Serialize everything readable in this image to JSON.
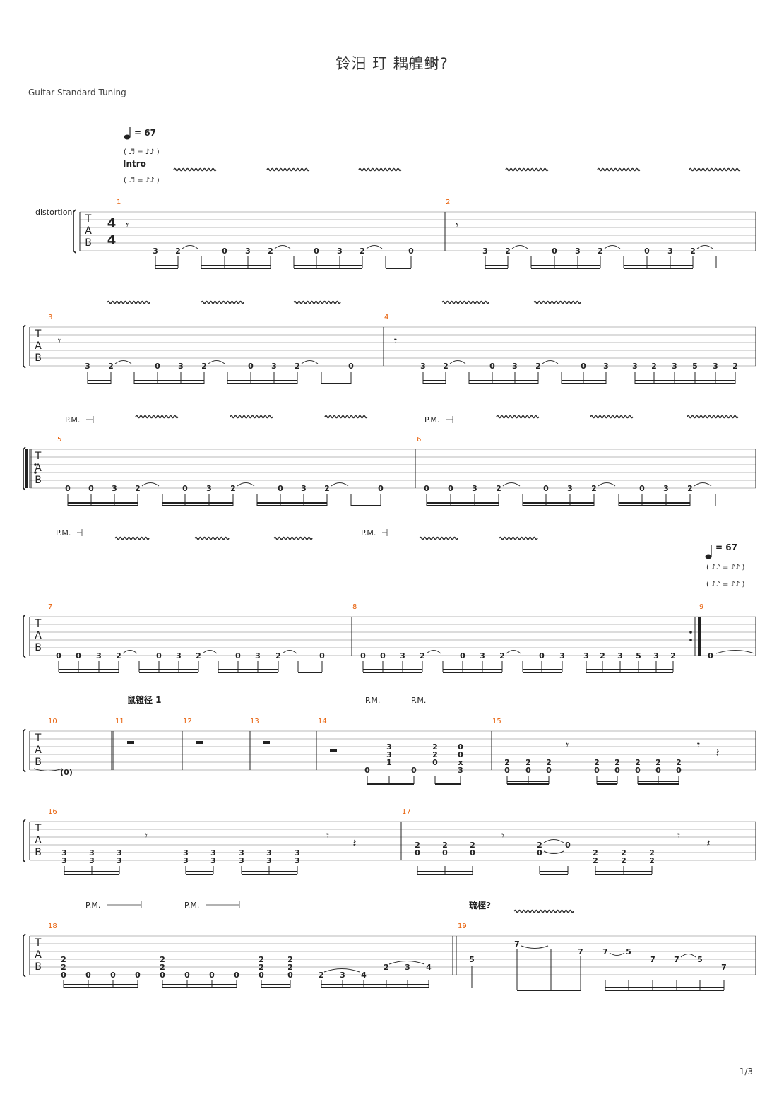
{
  "title": "铃汨 玎 耦艎鲥?",
  "tuning": "Guitar Standard Tuning",
  "page_number": "1/3",
  "tempo": {
    "value": "67",
    "label": "Intro"
  },
  "track_name": "distortion",
  "time_signature": {
    "top": "4",
    "bottom": "4"
  },
  "tab_letters": [
    "T",
    "A",
    "B"
  ],
  "section_labels": {
    "m10": "鼠镫径 1",
    "m19": "琉桎?"
  },
  "pm_text": "P.M.",
  "colors": {
    "measure_number": "#e8600a",
    "staff_line": "#a0a0a0",
    "note": "#222222"
  },
  "measures": [
    {
      "num": "1"
    },
    {
      "num": "2"
    },
    {
      "num": "3"
    },
    {
      "num": "4"
    },
    {
      "num": "5"
    },
    {
      "num": "6"
    },
    {
      "num": "7"
    },
    {
      "num": "8"
    },
    {
      "num": "9"
    },
    {
      "num": "10"
    },
    {
      "num": "11"
    },
    {
      "num": "12"
    },
    {
      "num": "13"
    },
    {
      "num": "14"
    },
    {
      "num": "15"
    },
    {
      "num": "16"
    },
    {
      "num": "17"
    },
    {
      "num": "18"
    },
    {
      "num": "19"
    }
  ],
  "rows": [
    {
      "notes": [
        {
          "m": "1",
          "notes": [
            "3",
            "2",
            "0",
            "3",
            "2",
            "0",
            "3",
            "2",
            "0"
          ]
        },
        {
          "m": "2",
          "notes": [
            "3",
            "2",
            "0",
            "3",
            "2",
            "0",
            "3",
            "2"
          ]
        }
      ]
    },
    {
      "notes": [
        {
          "m": "3",
          "notes": [
            "3",
            "2",
            "0",
            "3",
            "2",
            "0",
            "3",
            "2",
            "0"
          ]
        },
        {
          "m": "4",
          "notes": [
            "3",
            "2",
            "0",
            "3",
            "2",
            "0",
            "3",
            "3",
            "2",
            "3",
            "5",
            "3",
            "2"
          ]
        }
      ]
    },
    {
      "notes": [
        {
          "m": "5",
          "notes": [
            "0",
            "0",
            "3",
            "2",
            "0",
            "3",
            "2",
            "0",
            "3",
            "2",
            "0"
          ]
        },
        {
          "m": "6",
          "notes": [
            "0",
            "0",
            "3",
            "2",
            "0",
            "3",
            "2",
            "0",
            "3",
            "2"
          ]
        }
      ]
    },
    {
      "notes": [
        {
          "m": "7",
          "notes": [
            "0",
            "0",
            "3",
            "2",
            "0",
            "3",
            "2",
            "0",
            "3",
            "2",
            "0"
          ]
        },
        {
          "m": "8",
          "notes": [
            "0",
            "0",
            "3",
            "2",
            "0",
            "3",
            "2",
            "0",
            "3",
            "3",
            "2",
            "3",
            "5",
            "3",
            "2"
          ]
        },
        {
          "m": "9",
          "notes": [
            "0"
          ]
        }
      ]
    },
    {
      "notes": [
        {
          "m": "10",
          "notes": [
            "(0)"
          ]
        },
        {
          "m": "14",
          "notes": [
            "0",
            "3",
            "3",
            "1",
            "0",
            "2",
            "2",
            "0",
            "0",
            "0",
            "x",
            "3"
          ]
        },
        {
          "m": "15",
          "notes": [
            "2",
            "0",
            "2",
            "0",
            "2",
            "0",
            "2",
            "0",
            "2",
            "0",
            "2",
            "0",
            "2",
            "0",
            "2",
            "0"
          ]
        }
      ]
    },
    {
      "notes": [
        {
          "m": "16",
          "notes": [
            "3",
            "3",
            "3",
            "3",
            "3",
            "3",
            "3",
            "3",
            "3",
            "3",
            "3",
            "3",
            "3",
            "3",
            "3",
            "3"
          ]
        },
        {
          "m": "17",
          "notes": [
            "2",
            "0",
            "2",
            "0",
            "2",
            "0",
            "2",
            "0",
            "0",
            "2",
            "2",
            "2",
            "2",
            "2",
            "2"
          ]
        }
      ]
    },
    {
      "notes": [
        {
          "m": "18",
          "notes": [
            "2",
            "2",
            "0",
            "0",
            "0",
            "0",
            "2",
            "2",
            "0",
            "0",
            "0",
            "0",
            "2",
            "2",
            "0",
            "2",
            "2",
            "0",
            "2",
            "3",
            "4",
            "2",
            "3",
            "4"
          ]
        },
        {
          "m": "19",
          "notes": [
            "5",
            "7",
            "7",
            "7",
            "5",
            "7",
            "7",
            "5",
            "7"
          ]
        }
      ]
    }
  ]
}
